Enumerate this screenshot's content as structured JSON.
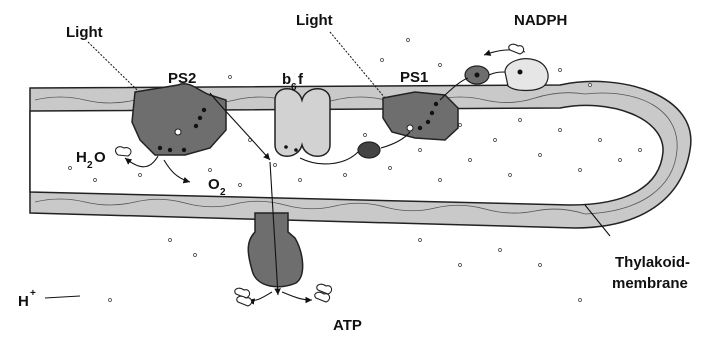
{
  "labels": {
    "light_left": "Light",
    "light_right": "Light",
    "nadph": "NADPH",
    "ps2": "PS2",
    "b6f_main": "b",
    "b6f_sub": "6",
    "b6f_tail": "f",
    "ps1": "PS1",
    "h2o_main": "H",
    "h2o_sub": "2",
    "h2o_tail": "O",
    "o2_main": "O",
    "o2_sub": "2",
    "thylakoid_line1": "Thylakoid-",
    "thylakoid_line2": "membrane",
    "h_plus_main": "H",
    "h_plus_sup": "+",
    "atp": "ATP"
  },
  "colors": {
    "membrane_fill": "#c9c9c9",
    "membrane_edge": "#222222",
    "protein_dark": "#6e6e6e",
    "protein_light": "#d2d2d2",
    "carrier_dark": "#444444",
    "ink": "#111111"
  }
}
